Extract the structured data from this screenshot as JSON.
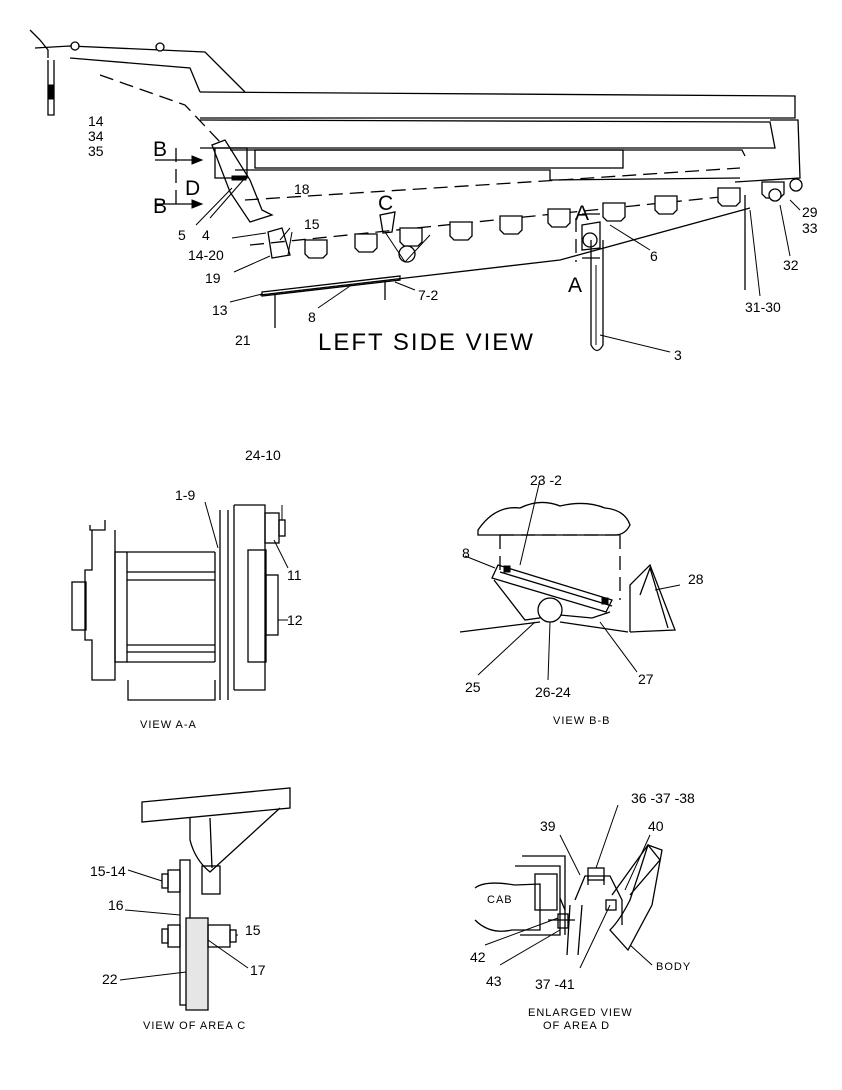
{
  "views": {
    "side": {
      "caption": "LEFT SIDE VIEW",
      "section_labels": [
        "B",
        "B",
        "D",
        "C",
        "A",
        "A"
      ],
      "callouts": [
        "14",
        "34",
        "35",
        "5",
        "4",
        "14-20",
        "18",
        "15",
        "19",
        "13",
        "21",
        "8",
        "7-2",
        "6",
        "3",
        "29",
        "33",
        "32",
        "31-30"
      ]
    },
    "view_aa": {
      "caption": "VIEW A-A",
      "callouts": [
        "24-10",
        "1-9",
        "11",
        "12"
      ]
    },
    "view_bb": {
      "caption": "VIEW B-B",
      "callouts": [
        "23 -2",
        "8",
        "28",
        "25",
        "26-24",
        "27"
      ]
    },
    "area_c": {
      "caption": "VIEW OF AREA C",
      "callouts": [
        "15-14",
        "16",
        "15",
        "22",
        "17"
      ]
    },
    "area_d": {
      "caption_line1": "ENLARGED VIEW",
      "caption_line2": "OF AREA D",
      "callouts": [
        "36 -37 -38",
        "39",
        "40",
        "CAB",
        "42",
        "43",
        "37 -41",
        "BODY"
      ]
    }
  }
}
